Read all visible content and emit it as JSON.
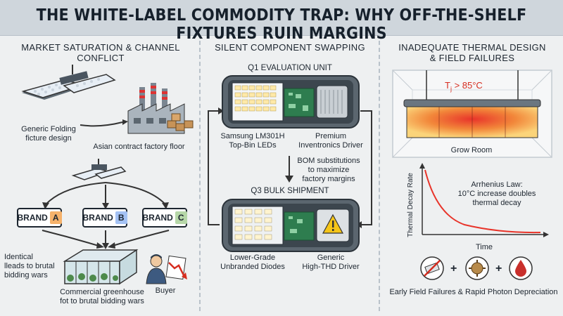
{
  "title": "THE WHITE-LABEL COMMODITY TRAP: WHY OFF-THE-SHELF FIXTURES RUIN MARGINS",
  "left": {
    "heading": "MARKET SATURATION & CHANNEL CONFLICT",
    "fixture_caption_1": "Generic Folding",
    "fixture_caption_2": "ficture design",
    "factory_caption": "Asian contract factory floor",
    "brands": [
      {
        "word": "BRAND",
        "letter": "A",
        "color": "#f6b26b"
      },
      {
        "word": "BRAND",
        "letter": "B",
        "color": "#a4c2f4"
      },
      {
        "word": "BRAND",
        "letter": "C",
        "color": "#b6d7a8"
      }
    ],
    "identical_1": "Identical",
    "identical_2": "lleads to brutal",
    "identical_3": "bidding wars",
    "greenhouse_1": "Commercial greenhouse",
    "greenhouse_2": "fot to brutal bidding wars",
    "buyer": "Buyer"
  },
  "middle": {
    "heading": "SILENT COMPONENT SWAPPING",
    "q1_title": "Q1 EVALUATION UNIT",
    "q1_led_1": "Samsung LM301H",
    "q1_led_2": "Top-Bin LEDs",
    "q1_driver_1": "Premium",
    "q1_driver_2": "Inventronics Driver",
    "bom_1": "BOM substitutions",
    "bom_2": "to maximize",
    "bom_3": "factory margins",
    "q3_title": "Q3 BULK SHIPMENT",
    "q3_led_1": "Lower-Grade",
    "q3_led_2": "Unbranded Diodes",
    "q3_driver_1": "Generic",
    "q3_driver_2": "High-THD Driver"
  },
  "right": {
    "heading_1": "INADEQUATE THERMAL DESIGN",
    "heading_2": "& FIELD FAILURES",
    "tj_prefix": "T",
    "tj_sub": "j",
    "tj_suffix": " > 85°C",
    "grow_room": "Grow Room",
    "arrhenius_1": "Arrhenius Law:",
    "arrhenius_2": "10°C increase doubles",
    "arrhenius_3": "thermal decay",
    "y_axis": "Thermal Decay Rate",
    "x_axis": "Time",
    "footer": "Early Field Failures & Rapid Photon Depreciation",
    "plus": "+"
  },
  "colors": {
    "heat": "#e8342a",
    "banner": "#cfd6dc",
    "pcb": "#2e7d4f"
  }
}
